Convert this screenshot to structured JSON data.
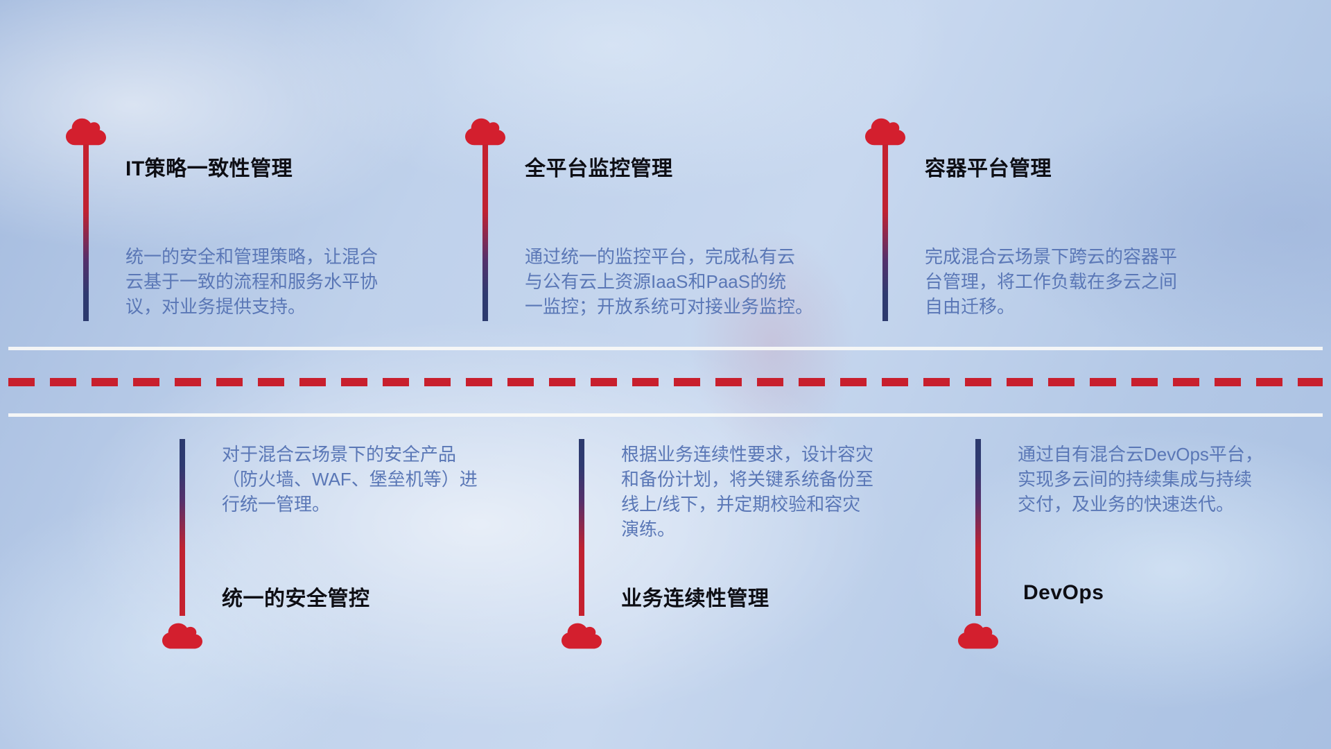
{
  "colors": {
    "accent_red": "#c81f2d",
    "cloud_red": "#d31f2e",
    "line_navy": "#2c3a6e",
    "title_color": "#0e0e14",
    "description_color": "#5a77b6",
    "road_white": "#faf9f7"
  },
  "items": [
    {
      "row": "top",
      "title": "IT策略一致性管理",
      "desc": "统一的安全和管理策略，让混合\n云基于一致的流程和服务水平协\n议，对业务提供支持。"
    },
    {
      "row": "top",
      "title": "全平台监控管理",
      "desc": "通过统一的监控平台，完成私有云\n与公有云上资源IaaS和PaaS的统\n一监控；开放系统可对接业务监控。"
    },
    {
      "row": "top",
      "title": "容器平台管理",
      "desc": "完成混合云场景下跨云的容器平\n台管理，将工作负载在多云之间\n自由迁移。"
    },
    {
      "row": "bottom",
      "title": "统一的安全管控",
      "desc": "对于混合云场景下的安全产品\n（防火墙、WAF、堡垒机等）进\n行统一管理。"
    },
    {
      "row": "bottom",
      "title": "业务连续性管理",
      "desc": "根据业务连续性要求，设计容灾\n和备份计划，将关键系统备份至\n线上/线下，并定期校验和容灾\n演练。"
    },
    {
      "row": "bottom",
      "title": "DevOps",
      "desc": "通过自有混合云DevOps平台，\n实现多云间的持续集成与持续\n交付，及业务的快速迭代。"
    }
  ]
}
